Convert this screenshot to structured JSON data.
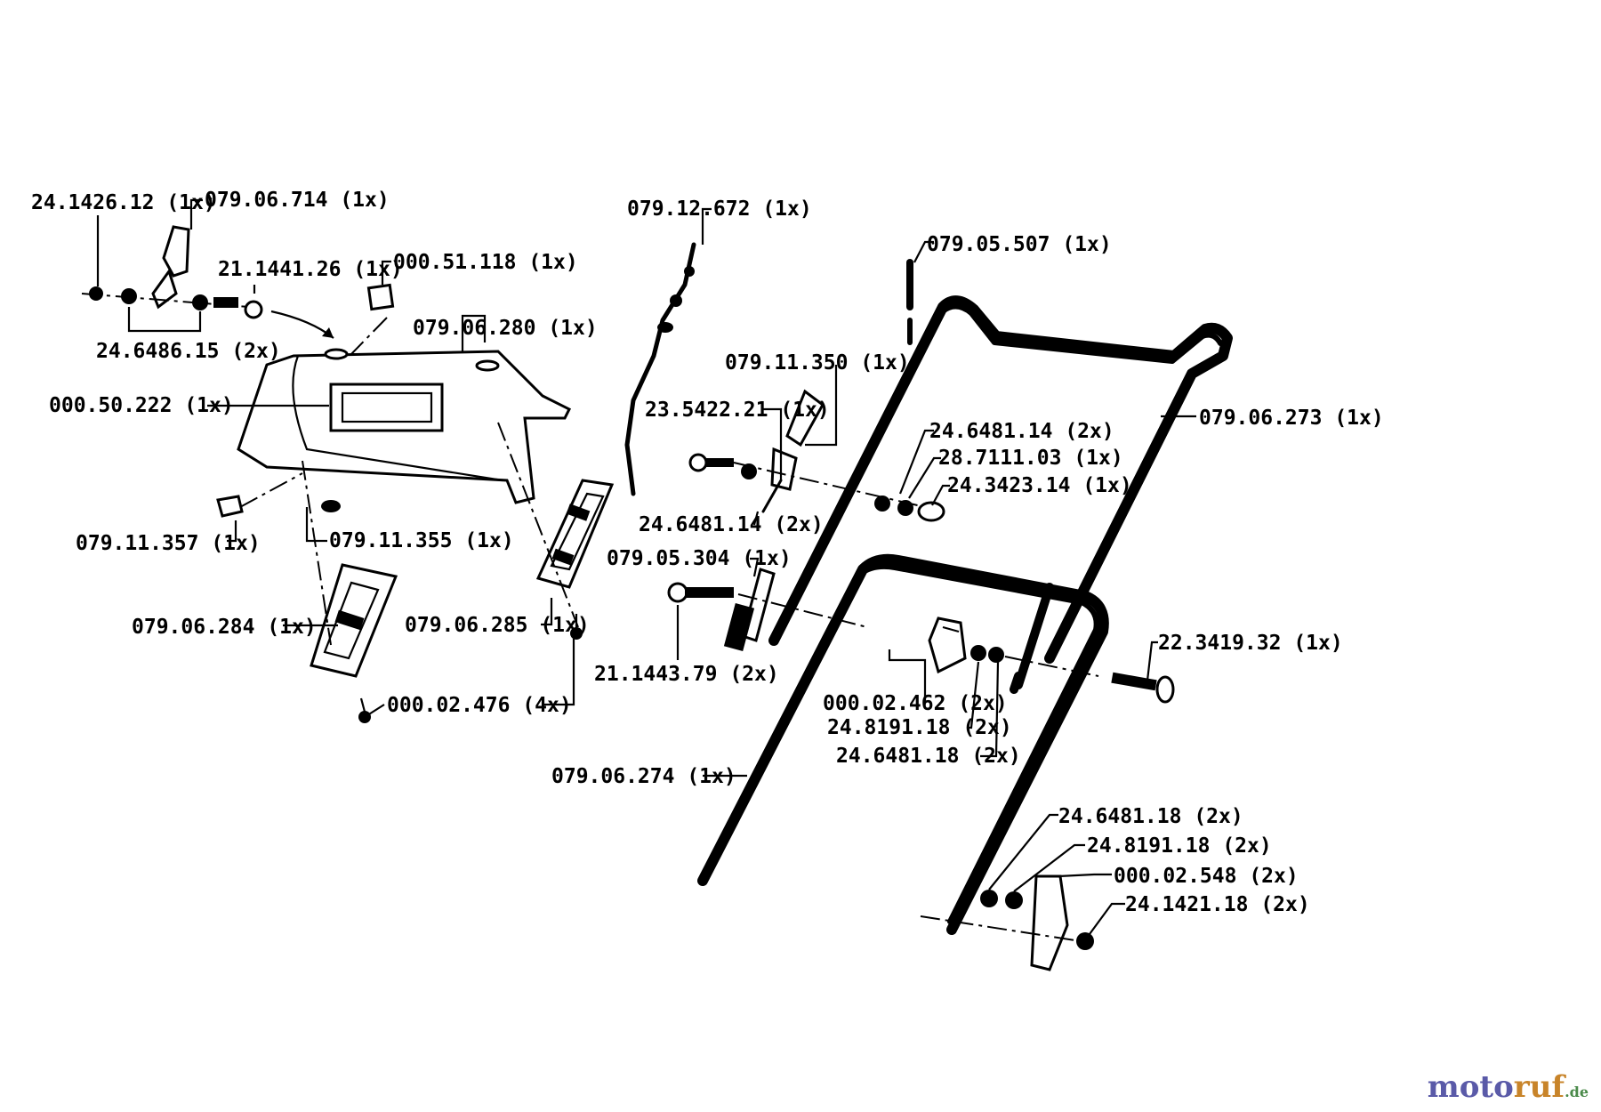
{
  "labels": {
    "l01": "24.1426.12  (1x)",
    "l02": "079.06.714  (1x)",
    "l03": "21.1441.26  (1x)",
    "l04": "000.51.118  (1x)",
    "l05": "24.6486.15  (2x)",
    "l06": "079.06.280  (1x)",
    "l07": "000.50.222  (1x)",
    "l08": "079.11.357  (1x)",
    "l09": "079.11.355  (1x)",
    "l10": "079.06.284  (1x)",
    "l11": "079.06.285  (1x)",
    "l12": "000.02.476  (4x)",
    "l13": "079.12.672  (1x)",
    "l14": "079.05.507  (1x)",
    "l15": "079.11.350  (1x)",
    "l16": "23.5422.21  (1x)",
    "l17": "079.06.273  (1x)",
    "l18": "24.6481.14  (2x)",
    "l19": "28.7111.03  (1x)",
    "l20": "24.3423.14  (1x)",
    "l21": "24.6481.14  (2x)",
    "l22": "079.05.304  (1x)",
    "l23": "21.1443.79  (2x)",
    "l24": "22.3419.32  (1x)",
    "l25": "000.02.462  (2x)",
    "l26": "24.8191.18  (2x)",
    "l27": "24.6481.18  (2x)",
    "l28": "079.06.274  (1x)",
    "l29": "24.6481.18  (2x)",
    "l30": "24.8191.18  (2x)",
    "l31": "000.02.548  (2x)",
    "l32": "24.1421.18  (2x)"
  },
  "watermark": {
    "part1": "moto",
    "part2": "ruf",
    "part3": ".de"
  }
}
